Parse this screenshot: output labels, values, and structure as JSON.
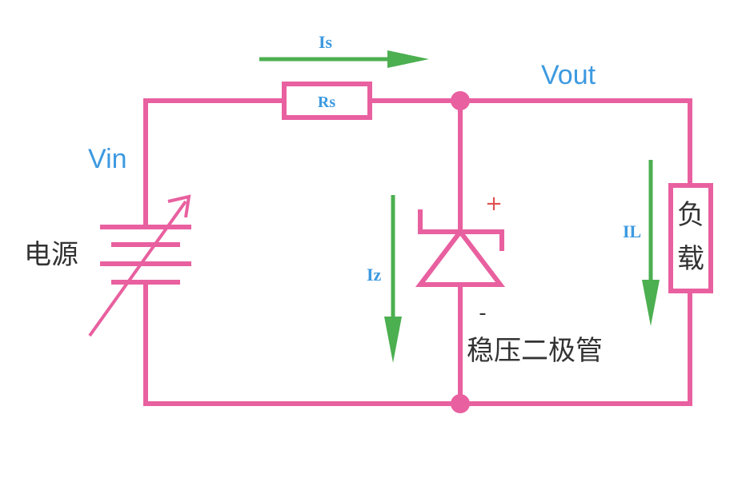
{
  "labels": {
    "vin": "Vin",
    "vout": "Vout",
    "source": "电源",
    "rs": "Rs",
    "current_source": "Is",
    "current_zener": "Iz",
    "current_load": "IL",
    "zener_name": "稳压二极管",
    "load_top": "负",
    "load_bottom": "载",
    "plus": "+",
    "minus": "-"
  },
  "colors": {
    "wire": "#e8609f",
    "arrow": "#4caf50",
    "label_blue": "#3d9ae0",
    "plus_red": "#e05050",
    "text_dark": "#333333"
  }
}
